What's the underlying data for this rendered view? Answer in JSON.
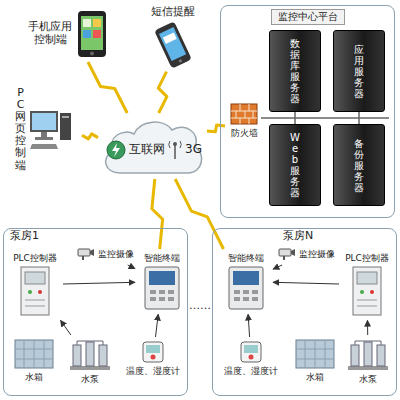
{
  "diagram": {
    "nodes": [
      {
        "text": [
          "手机应用控制端"
        ]
      },
      {
        "text": [
          "短信提醒"
        ]
      },
      {
        "text": [
          "PC网页控制端"
        ]
      },
      {
        "text": [
          "互联网",
          "3G"
        ]
      },
      {
        "text": [
          "监控中心平台"
        ]
      },
      {
        "text": [
          "数据库服务器"
        ],
        "in": 4
      },
      {
        "text": [
          "应用服务器"
        ],
        "in": 4
      },
      {
        "text": [
          "Web服务器"
        ],
        "in": 4
      },
      {
        "text": [
          "备份服务器"
        ],
        "in": 4
      },
      {
        "text": [
          "防火墙"
        ],
        "in": 4
      },
      {
        "text": [
          "泵房1"
        ]
      },
      {
        "text": [
          "PLC控制器"
        ],
        "in": 10
      },
      {
        "text": [
          "监控摄像"
        ],
        "in": 10
      },
      {
        "text": [
          "智能终端"
        ],
        "in": 10
      },
      {
        "text": [
          "水箱"
        ],
        "in": 10
      },
      {
        "text": [
          "水泵"
        ],
        "in": 10
      },
      {
        "text": [
          "温度、湿度计"
        ],
        "in": 10
      },
      {
        "text": [
          "泵房N"
        ]
      },
      {
        "text": [
          "智能终端"
        ],
        "in": 17
      },
      {
        "text": [
          "监控摄像"
        ],
        "in": 17
      },
      {
        "text": [
          "PLC控制器"
        ],
        "in": 17
      },
      {
        "text": [
          "温度、湿度计"
        ],
        "in": 17
      },
      {
        "text": [
          "水箱"
        ],
        "in": 17
      },
      {
        "text": [
          "水泵"
        ],
        "in": 17
      }
    ],
    "edges": [
      {
        "from": 3,
        "to": 0,
        "arrow": "none"
      },
      {
        "from": 3,
        "to": 1,
        "arrow": "none"
      },
      {
        "from": 3,
        "to": 2,
        "arrow": "none"
      },
      {
        "from": 3,
        "to": 9,
        "arrow": "none"
      },
      {
        "from": 3,
        "to": 13,
        "arrow": "none"
      },
      {
        "from": 3,
        "to": 18,
        "arrow": "none"
      },
      {
        "from": 12,
        "to": 13,
        "arrow": "to"
      },
      {
        "from": 16,
        "to": 13,
        "arrow": "to"
      },
      {
        "from": 11,
        "to": 13,
        "arrow": "to"
      },
      {
        "from": 15,
        "to": 11,
        "arrow": "to"
      },
      {
        "from": 19,
        "to": 18,
        "arrow": "to"
      },
      {
        "from": 21,
        "to": 18,
        "arrow": "to"
      },
      {
        "from": 20,
        "to": 18,
        "arrow": "to"
      },
      {
        "from": 23,
        "to": 20,
        "arrow": "to"
      }
    ],
    "labels": [
      "……"
    ]
  }
}
